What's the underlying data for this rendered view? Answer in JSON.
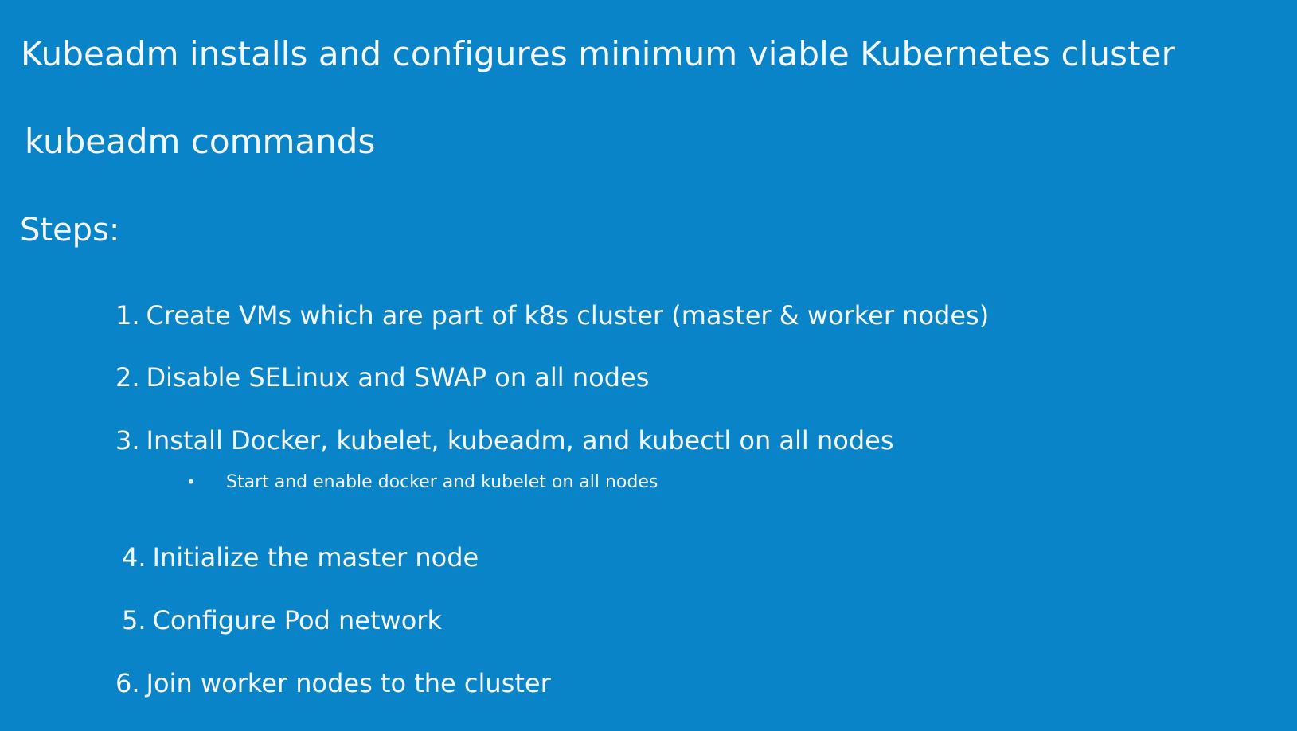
{
  "slide": {
    "title": "Kubeadm installs and configures minimum viable Kubernetes cluster",
    "subtitle": "kubeadm commands",
    "steps_heading": "Steps:",
    "steps": [
      {
        "number": "1.",
        "text": "Create VMs which are part of k8s cluster (master & worker nodes)"
      },
      {
        "number": "2.",
        "text": "Disable SELinux and SWAP on all nodes"
      },
      {
        "number": "3.",
        "text": "Install Docker, kubelet, kubeadm, and kubectl on all nodes"
      },
      {
        "number": "4.",
        "text": "Initialize the master node"
      },
      {
        "number": "5.",
        "text": "Configure Pod network"
      },
      {
        "number": "6.",
        "text": "Join worker nodes to the cluster"
      }
    ],
    "substeps": [
      {
        "bullet": "•",
        "text": "Start and enable docker and kubelet on all nodes"
      }
    ]
  },
  "colors": {
    "background": "#0a84c9",
    "text": "#f4f8fb"
  }
}
